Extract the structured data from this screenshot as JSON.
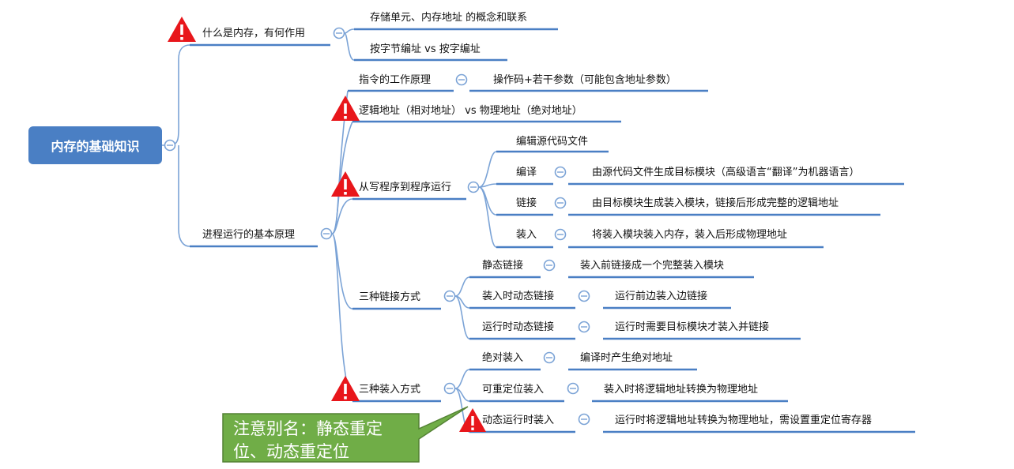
{
  "root": "内存的基础知识",
  "l1": {
    "a": "什么是内存，有何作用",
    "b": "进程运行的基本原理"
  },
  "memory": {
    "a": "存储单元、内存地址 的概念和联系",
    "b": "按字节编址 vs 按字编址"
  },
  "instr": {
    "label": "指令的工作原理",
    "detail": "操作码+若干参数（可能包含地址参数）"
  },
  "logical": "逻辑地址（相对地址） vs 物理地址（绝对地址）",
  "run": {
    "label": "从写程序到程序运行",
    "edit": "编辑源代码文件",
    "compile": "编译",
    "compile_d": "由源代码文件生成目标模块（高级语言“翻译”为机器语言）",
    "link": "链接",
    "link_d": "由目标模块生成装入模块，链接后形成完整的逻辑地址",
    "load": "装入",
    "load_d": "将装入模块装入内存，装入后形成物理地址"
  },
  "linking": {
    "label": "三种链接方式",
    "static": "静态链接",
    "static_d": "装入前链接成一个完整装入模块",
    "loadtime": "装入时动态链接",
    "loadtime_d": "运行前边装入边链接",
    "runtime": "运行时动态链接",
    "runtime_d": "运行时需要目标模块才装入并链接"
  },
  "loading": {
    "label": "三种装入方式",
    "absolute": "绝对装入",
    "absolute_d": "编译时产生绝对地址",
    "reloc": "可重定位装入",
    "reloc_d": "装入时将逻辑地址转换为物理地址",
    "dynamic": "动态运行时装入",
    "dynamic_d": "运行时将逻辑地址转换为物理地址，需设置重定位寄存器"
  },
  "callout": "注意别名：静态重定位、动态重定位",
  "colors": {
    "node": "#4a7fc4",
    "connector": "#7ba3d6",
    "warning": "#e8161b",
    "callout": "#70ad47"
  }
}
